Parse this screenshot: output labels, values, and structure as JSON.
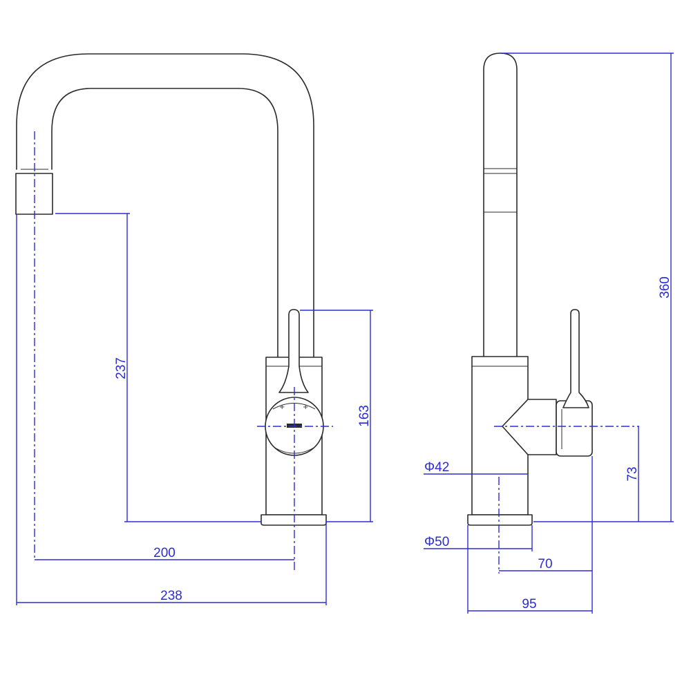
{
  "colors": {
    "outline": "#2a2a2a",
    "dimension": "#2b2bd6",
    "background": "#ffffff"
  },
  "front_view": {
    "dims": {
      "spout_height": "237",
      "body_height": "163",
      "spout_reach": "200",
      "overall_width": "238"
    }
  },
  "side_view": {
    "dims": {
      "overall_height": "360",
      "handle_height": "73",
      "body_diameter": "Φ42",
      "base_diameter": "Φ50",
      "depth_to_handle": "70",
      "overall_depth": "95"
    }
  }
}
